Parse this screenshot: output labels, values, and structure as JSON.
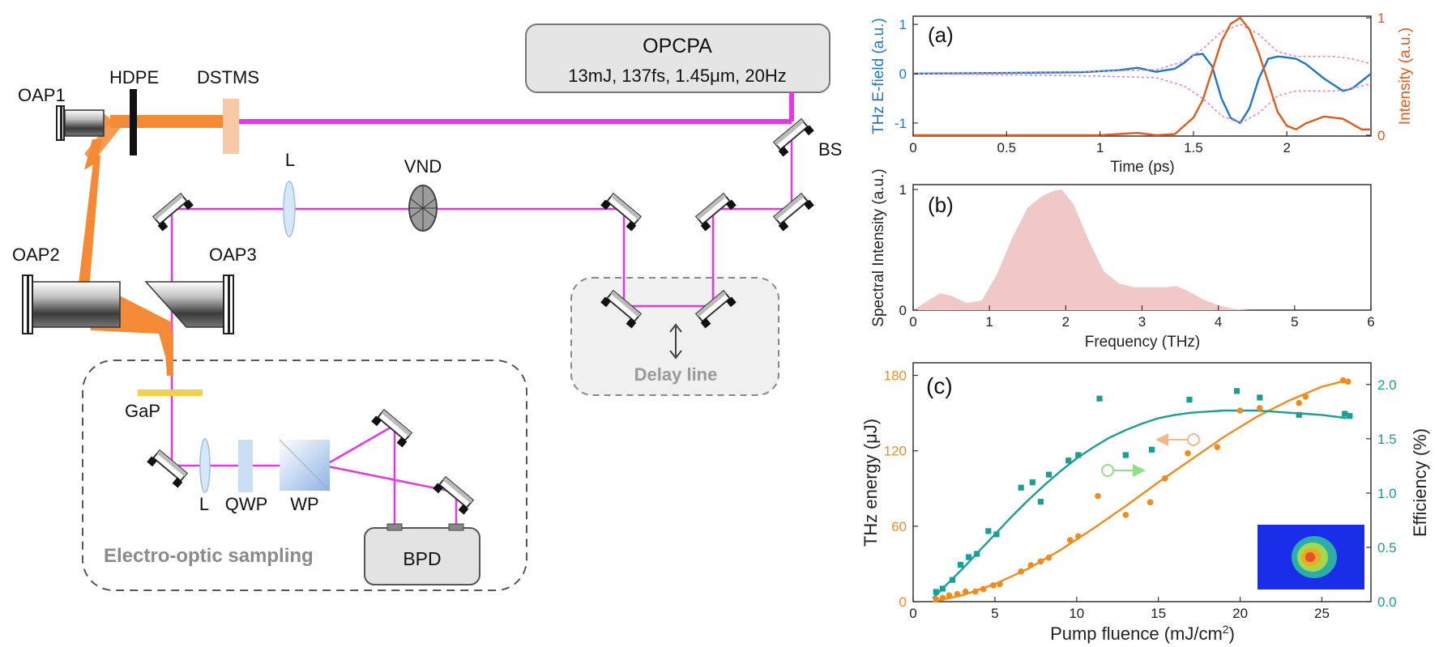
{
  "setup": {
    "source_title": "OPCPA",
    "source_specs": "13mJ, 137fs, 1.45μm, 20Hz",
    "labels": {
      "oap1": "OAP1",
      "hdpe": "HDPE",
      "dstms": "DSTMS",
      "oap2": "OAP2",
      "oap3": "OAP3",
      "lens": "L",
      "vnd": "VND",
      "bs": "BS",
      "gap": "GaP",
      "lens2": "L",
      "qwp": "QWP",
      "wp": "WP",
      "bpd": "BPD",
      "eos": "Electro-optic sampling",
      "delay": "Delay line"
    },
    "colors": {
      "pump": "#e637e6",
      "thz": "#f58a36",
      "gap": "#f2d04a",
      "dstms": "#f8c9a6"
    }
  },
  "chart_data": [
    {
      "type": "line",
      "panel": "(a)",
      "xlabel": "Time (ps)",
      "ylabel": "THz E-field (a.u.)",
      "ylabel_right": "Intensity (a.u.)",
      "xlim": [
        0,
        2.45
      ],
      "ylim": [
        -1.1,
        1.1
      ],
      "ylim_right": [
        0,
        1
      ],
      "xticks": [
        "0",
        "0.5",
        "1",
        "1.5",
        "2"
      ],
      "yticks": [
        "-1",
        "0",
        "1"
      ],
      "yticks_right": [
        "0",
        "1"
      ],
      "series": [
        {
          "axis": "left",
          "color": "#1f77c4",
          "x": [
            0,
            0.3,
            0.6,
            0.9,
            1.1,
            1.2,
            1.3,
            1.4,
            1.45,
            1.5,
            1.55,
            1.6,
            1.65,
            1.7,
            1.75,
            1.8,
            1.85,
            1.9,
            1.95,
            2.0,
            2.05,
            2.1,
            2.2,
            2.3,
            2.35,
            2.45
          ],
          "y": [
            0,
            0.01,
            0.02,
            0.03,
            0.07,
            0.12,
            0.04,
            0.1,
            0.22,
            0.38,
            0.4,
            0.15,
            -0.5,
            -0.9,
            -1.0,
            -0.7,
            -0.1,
            0.3,
            0.35,
            0.33,
            0.3,
            0.2,
            -0.1,
            -0.35,
            -0.3,
            0
          ]
        },
        {
          "axis": "left",
          "color": "#f07ac8",
          "dashed": true,
          "x": [
            0,
            0.5,
            1.0,
            1.3,
            1.45,
            1.55,
            1.65,
            1.75,
            1.85,
            1.95,
            2.05,
            2.15,
            2.25,
            2.35,
            2.45
          ],
          "y": [
            0.0,
            0.02,
            0.05,
            0.08,
            0.25,
            0.5,
            0.85,
            1.0,
            0.8,
            0.45,
            0.35,
            0.35,
            0.35,
            0.3,
            0.2
          ]
        },
        {
          "axis": "left",
          "color": "#f07ac8",
          "dashed": true,
          "x": [
            0,
            0.5,
            1.0,
            1.3,
            1.45,
            1.55,
            1.65,
            1.75,
            1.85,
            1.95,
            2.05,
            2.15,
            2.25,
            2.35,
            2.45
          ],
          "y": [
            0.0,
            -0.02,
            -0.05,
            -0.08,
            -0.25,
            -0.5,
            -0.85,
            -1.0,
            -0.8,
            -0.45,
            -0.35,
            -0.35,
            -0.35,
            -0.3,
            -0.2
          ]
        },
        {
          "axis": "right",
          "color": "#e05a1a",
          "x": [
            0,
            0.5,
            1.0,
            1.2,
            1.3,
            1.4,
            1.5,
            1.55,
            1.6,
            1.65,
            1.7,
            1.75,
            1.8,
            1.85,
            1.9,
            1.95,
            2.0,
            2.05,
            2.1,
            2.2,
            2.3,
            2.4,
            2.45
          ],
          "y": [
            0,
            0,
            0,
            0.02,
            0,
            0.01,
            0.15,
            0.3,
            0.55,
            0.8,
            0.95,
            1.0,
            0.9,
            0.7,
            0.45,
            0.2,
            0.08,
            0.05,
            0.1,
            0.16,
            0.14,
            0.05,
            0.05
          ]
        }
      ]
    },
    {
      "type": "area",
      "panel": "(b)",
      "xlabel": "Frequency (THz)",
      "ylabel": "Spectral Intensity (a.u.)",
      "xlim": [
        0,
        6
      ],
      "ylim": [
        0,
        1
      ],
      "xticks": [
        "0",
        "1",
        "2",
        "3",
        "4",
        "5",
        "6"
      ],
      "yticks": [
        "0",
        "1"
      ],
      "color": "#f0c8c8",
      "x": [
        0,
        0.2,
        0.35,
        0.5,
        0.7,
        0.9,
        1.1,
        1.3,
        1.5,
        1.7,
        1.85,
        1.95,
        2.1,
        2.3,
        2.5,
        2.7,
        2.9,
        3.1,
        3.3,
        3.45,
        3.6,
        3.8,
        4.0,
        4.2,
        4.4,
        6.0
      ],
      "y": [
        0,
        0.08,
        0.14,
        0.12,
        0.06,
        0.08,
        0.3,
        0.6,
        0.85,
        0.95,
        0.99,
        1.0,
        0.88,
        0.58,
        0.32,
        0.22,
        0.19,
        0.19,
        0.19,
        0.2,
        0.16,
        0.09,
        0.04,
        0.01,
        0,
        0
      ]
    },
    {
      "type": "scatter",
      "panel": "(c)",
      "xlabel": "Pump fluence (mJ/cm",
      "xlabel_sup": "2",
      "xlabel_close": ")",
      "ylabel": "THz energy (μJ)",
      "ylabel_right": "Efficiency (%)",
      "xlim": [
        0,
        28
      ],
      "ylim": [
        0,
        190
      ],
      "ylim_right": [
        0,
        2.2
      ],
      "xticks": [
        "0",
        "5",
        "10",
        "15",
        "20",
        "25"
      ],
      "yticks": [
        "0",
        "60",
        "120",
        "180"
      ],
      "yticks_right": [
        "0.0",
        "0.5",
        "1.0",
        "1.5",
        "2.0"
      ],
      "energy_color": "#f08c1c",
      "efficiency_color": "#1a9e96",
      "energy_points": {
        "x": [
          1.4,
          1.8,
          2.2,
          2.7,
          3.2,
          3.8,
          4.3,
          4.9,
          5.3,
          6.6,
          7.2,
          7.8,
          8.3,
          9.6,
          10.1,
          11.3,
          13.0,
          14.5,
          15.4,
          16.8,
          18.6,
          20.0,
          21.2,
          23.6,
          24.0,
          26.3,
          26.6
        ],
        "y": [
          2,
          3,
          5,
          6,
          8,
          8,
          10,
          13,
          14,
          24,
          29,
          32,
          35,
          49,
          52,
          84,
          69,
          79,
          98,
          118,
          123,
          152,
          154,
          158,
          163,
          176,
          175
        ]
      },
      "efficiency_points": {
        "x": [
          1.4,
          1.8,
          2.4,
          2.9,
          3.4,
          3.9,
          4.6,
          5.1,
          6.6,
          7.3,
          7.8,
          8.3,
          9.5,
          10.1,
          11.4,
          13.0,
          14.6,
          16.9,
          19.8,
          21.2,
          23.6,
          26.4,
          26.7
        ],
        "y": [
          0.09,
          0.12,
          0.2,
          0.34,
          0.41,
          0.44,
          0.65,
          0.62,
          1.05,
          1.1,
          0.92,
          1.17,
          1.3,
          1.35,
          1.87,
          1.35,
          1.4,
          1.86,
          1.94,
          1.88,
          1.72,
          1.73,
          1.71
        ]
      },
      "energy_fit": {
        "x": [
          1.2,
          3,
          5,
          7,
          9,
          11,
          13,
          15,
          17,
          19,
          21,
          23,
          25,
          26.5
        ],
        "y": [
          0,
          5,
          14,
          26,
          41,
          58,
          76,
          95,
          113,
          131,
          147,
          160,
          171,
          176
        ]
      },
      "efficiency_fit": {
        "x": [
          1.2,
          2,
          3,
          4,
          5,
          6,
          7,
          8,
          9,
          10,
          11,
          12,
          13,
          14,
          15,
          16,
          17,
          18,
          19,
          20,
          21,
          22,
          23,
          24,
          25,
          26,
          26.5
        ],
        "y": [
          0.03,
          0.15,
          0.3,
          0.46,
          0.62,
          0.78,
          0.93,
          1.07,
          1.2,
          1.32,
          1.42,
          1.51,
          1.58,
          1.64,
          1.69,
          1.72,
          1.74,
          1.75,
          1.76,
          1.76,
          1.76,
          1.75,
          1.74,
          1.73,
          1.72,
          1.7,
          1.69
        ]
      }
    }
  ]
}
